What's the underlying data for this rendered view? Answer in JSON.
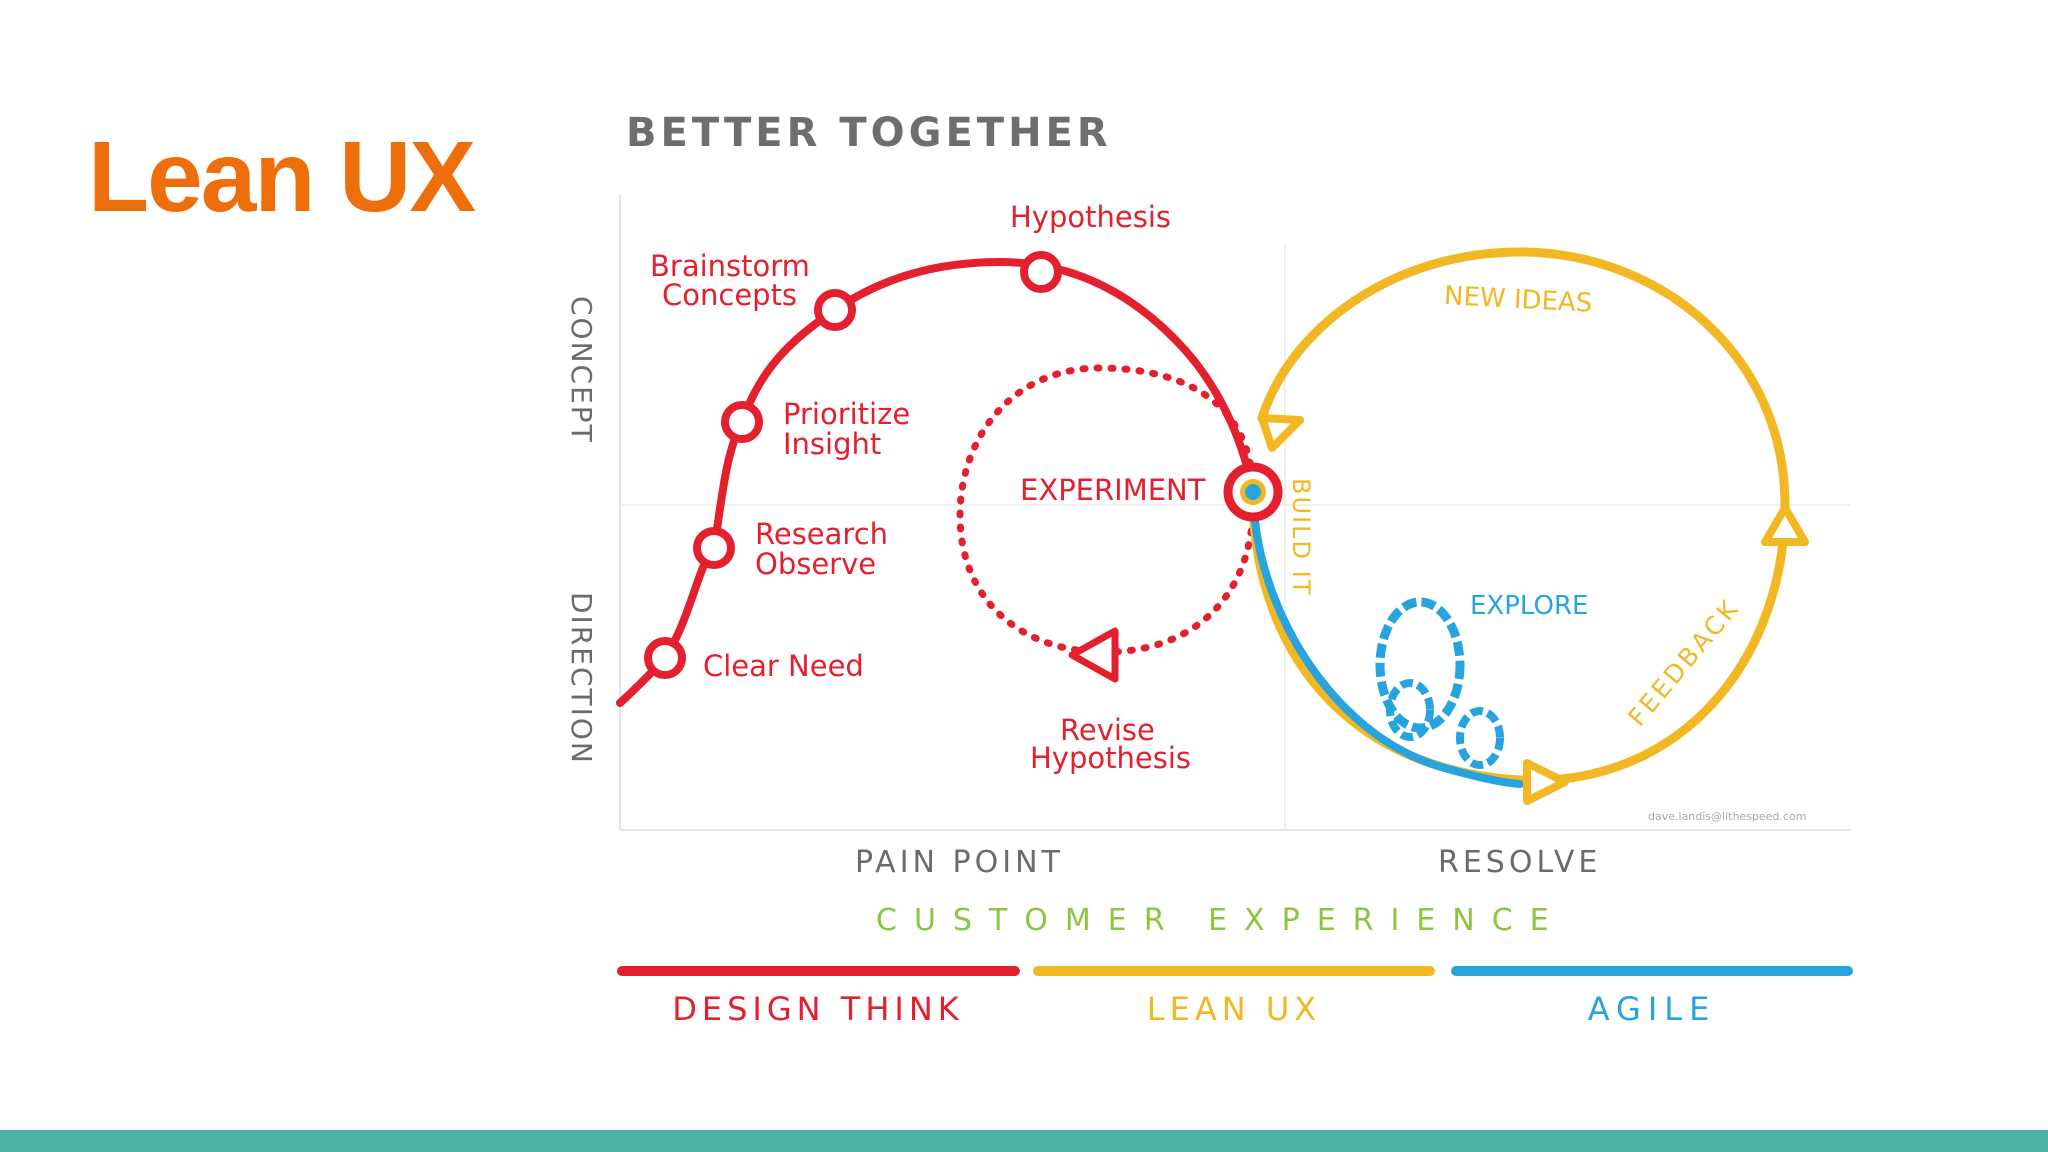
{
  "slide": {
    "title": "Lean UX"
  },
  "diagram": {
    "title": "BETTER TOGETHER",
    "axis_left_top": "CONCEPT",
    "axis_left_bottom": "DIRECTION",
    "axis_bottom_left": "PAIN POINT",
    "axis_bottom_right": "RESOLVE",
    "axis_bottom_caption": "CUSTOMER EXPERIENCE",
    "steps": {
      "clear_need": "Clear Need",
      "research_1": "Research",
      "research_2": "Observe",
      "prioritize_1": "Prioritize",
      "prioritize_2": "Insight",
      "brainstorm_1": "Brainstorm",
      "brainstorm_2": "Concepts",
      "hypothesis": "Hypothesis",
      "experiment": "EXPERIMENT",
      "revise_1": "Revise",
      "revise_2": "Hypothesis"
    },
    "loop": {
      "new_ideas": "NEW IDEAS",
      "build_it": "BUILD IT",
      "feedback": "FEEDBACK",
      "explore": "EXPLORE"
    },
    "credit": "dave.landis@lithespeed.com",
    "legend": [
      {
        "label": "DESIGN THINK",
        "color": "#E5202E"
      },
      {
        "label": "LEAN UX",
        "color": "#F2B824"
      },
      {
        "label": "AGILE",
        "color": "#27A3DD"
      }
    ],
    "colors": {
      "red": "#E5202E",
      "yellow": "#F2B824",
      "blue": "#27A3DD",
      "green": "#8CC63F",
      "orange_title": "#EE6E0C",
      "teal_bar": "#4EB5A4"
    }
  }
}
